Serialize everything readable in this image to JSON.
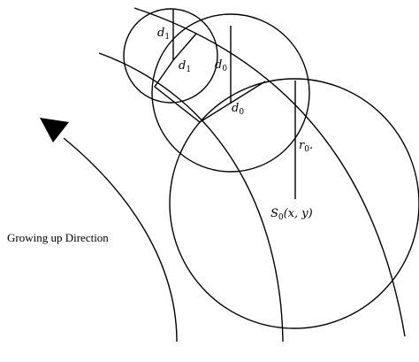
{
  "diagram": {
    "caption": "Growing up Direction",
    "labels": {
      "d1_upper": {
        "base": "d",
        "sub": "1"
      },
      "d1_lower": {
        "base": "d",
        "sub": "1"
      },
      "d0_upper": {
        "base": "d",
        "sub": "0"
      },
      "d0_lower": {
        "base": "d",
        "sub": "0"
      },
      "r0": {
        "base": "r",
        "sub": "0",
        "suffix": "."
      },
      "s0": {
        "base": "S",
        "sub": "0",
        "suffix": "(x, y)"
      }
    },
    "colors": {
      "stroke": "#000000",
      "background": "#ffffff",
      "arrow": "#000000"
    }
  }
}
